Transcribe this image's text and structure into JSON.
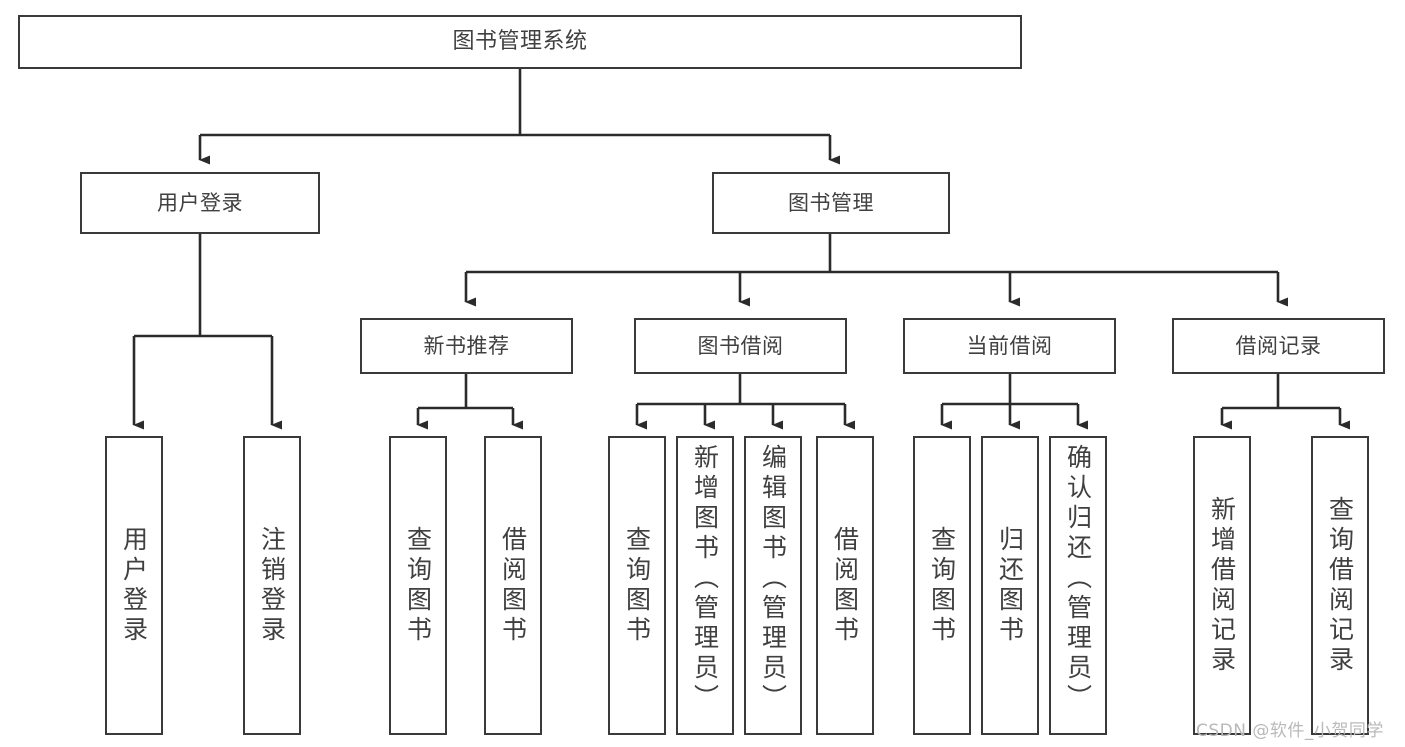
{
  "diagram": {
    "title": "图书管理系统",
    "type": "tree",
    "watermark": "CSDN @软件_小贺同学",
    "colors": {
      "box_border": "#3a3a3a",
      "box_fill": "#ffffff",
      "text": "#404040",
      "connector": "#2b2b2b",
      "watermark": "#b9b9b9",
      "background": "#ffffff"
    },
    "nodes": {
      "root": {
        "label": "图书管理系统"
      },
      "level1": [
        {
          "id": "user-login",
          "label": "用户登录"
        },
        {
          "id": "book-manage",
          "label": "图书管理"
        }
      ],
      "level2": [
        {
          "id": "new-book-recommend",
          "label": "新书推荐"
        },
        {
          "id": "book-borrow",
          "label": "图书借阅"
        },
        {
          "id": "current-borrow",
          "label": "当前借阅"
        },
        {
          "id": "borrow-record",
          "label": "借阅记录"
        }
      ],
      "leaves": {
        "user-login": [
          {
            "id": "leaf-user-login",
            "label": "用户登录"
          },
          {
            "id": "leaf-user-logout",
            "label": "注销登录"
          }
        ],
        "new-book-recommend": [
          {
            "id": "leaf-query-book-1",
            "label": "查询图书"
          },
          {
            "id": "leaf-borrow-book-1",
            "label": "借阅图书"
          }
        ],
        "book-borrow": [
          {
            "id": "leaf-query-book-2",
            "label": "查询图书"
          },
          {
            "id": "leaf-add-book",
            "label": "新增图书（管理员）"
          },
          {
            "id": "leaf-edit-book",
            "label": "编辑图书（管理员）"
          },
          {
            "id": "leaf-borrow-book-2",
            "label": "借阅图书"
          }
        ],
        "current-borrow": [
          {
            "id": "leaf-query-book-3",
            "label": "查询图书"
          },
          {
            "id": "leaf-return-book",
            "label": "归还图书"
          },
          {
            "id": "leaf-confirm-return",
            "label": "确认归还（管理员）"
          }
        ],
        "borrow-record": [
          {
            "id": "leaf-add-record",
            "label": "新增借阅记录"
          },
          {
            "id": "leaf-query-record",
            "label": "查询借阅记录"
          }
        ]
      }
    }
  }
}
